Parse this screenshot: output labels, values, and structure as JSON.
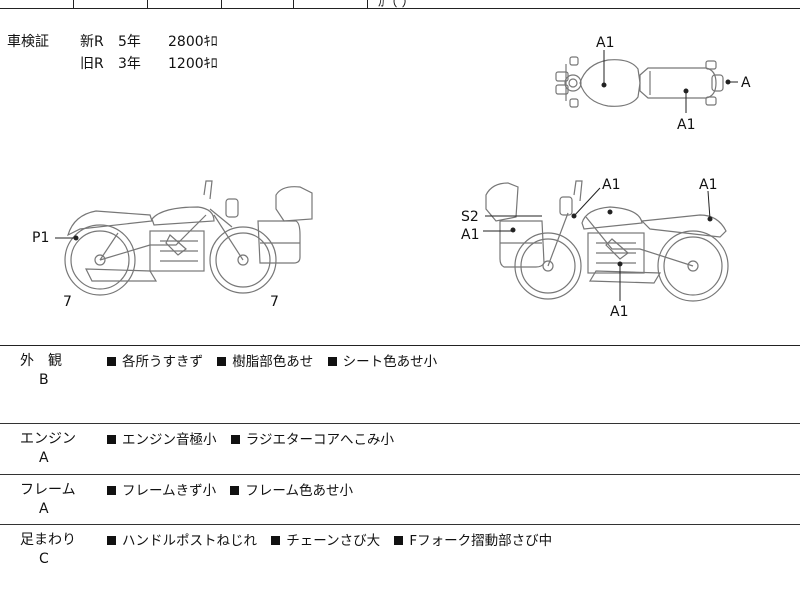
{
  "header_fragment": "ｶ（   ）",
  "certificate": {
    "title": "車検証",
    "lines": [
      {
        "label": "新R",
        "years": "5年",
        "amount": "2800ｷﾛ"
      },
      {
        "label": "旧R",
        "years": "3年",
        "amount": "1200ｷﾛ"
      }
    ]
  },
  "marks": {
    "top_a1_upper": "A1",
    "top_a1_lower": "A1",
    "top_a": "A",
    "left_p1": "P1",
    "left_wheel_front": "7",
    "left_wheel_rear": "7",
    "right_s2": "S2",
    "right_a1_case": "A1",
    "right_a1_tank": "A1",
    "right_a1_tail": "A1",
    "right_a1_engine": "A1"
  },
  "sections": [
    {
      "category": "外　観",
      "grade": "B",
      "items": [
        "各所うすきず",
        "樹脂部色あせ",
        "シート色あせ小"
      ]
    },
    {
      "category": "エンジン",
      "grade": "A",
      "items": [
        "エンジン音極小",
        "ラジエターコアへこみ小"
      ]
    },
    {
      "category": "フレーム",
      "grade": "A",
      "items": [
        "フレームきず小",
        "フレーム色あせ小"
      ]
    },
    {
      "category": "足まわり",
      "grade": "C",
      "items": [
        "ハンドルポストねじれ",
        "チェーンさび大",
        "Fフォーク摺動部さび中"
      ]
    }
  ]
}
